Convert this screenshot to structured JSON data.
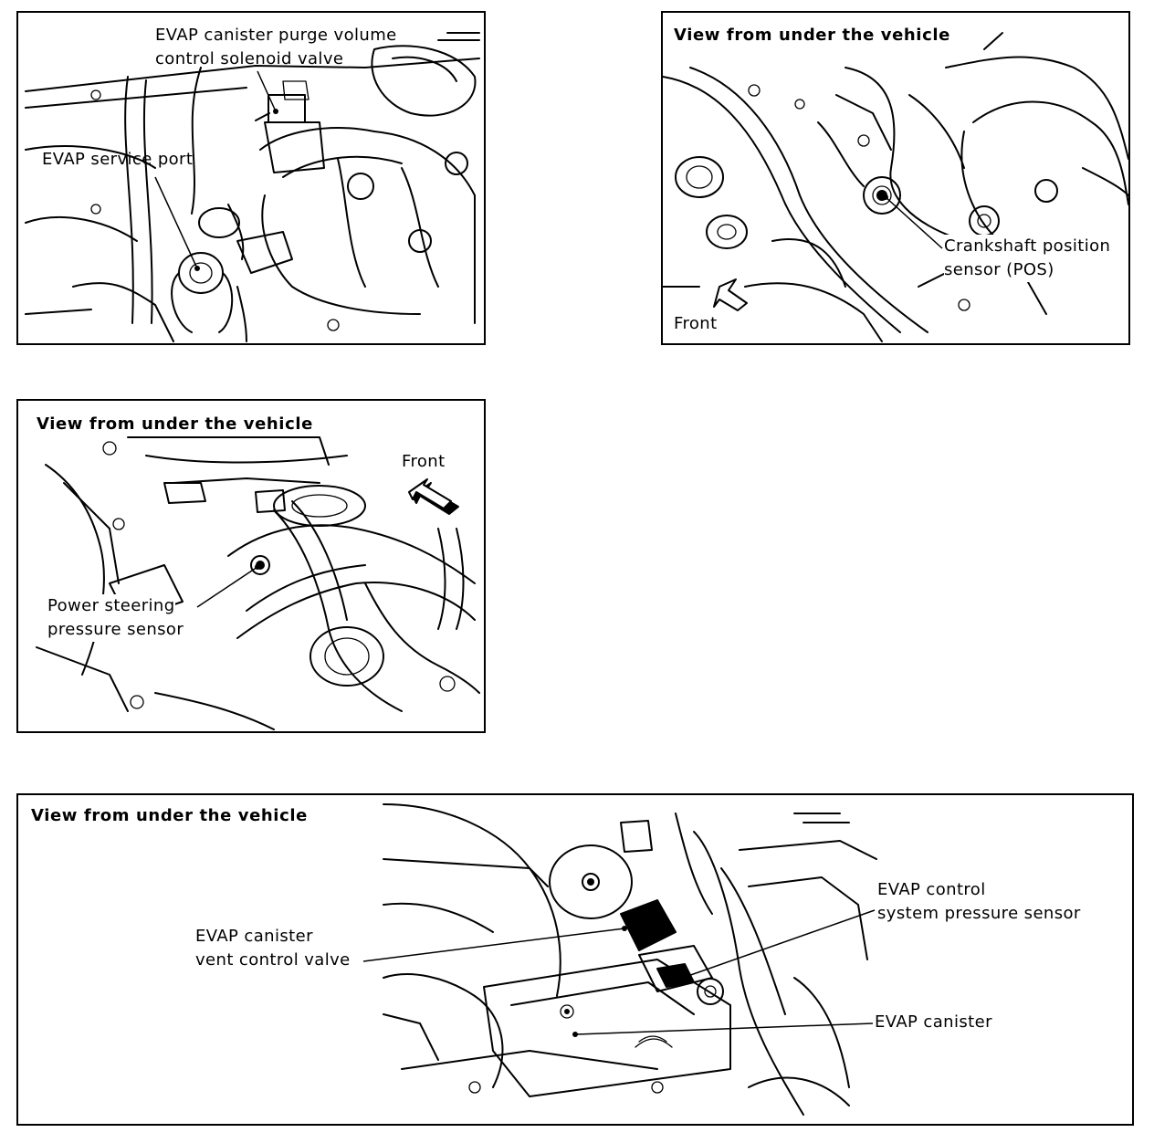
{
  "panels": {
    "p1": {
      "label_purge_line1": "EVAP canister purge volume",
      "label_purge_line2": "control solenoid valve",
      "label_service_port": "EVAP service port"
    },
    "p2": {
      "title": "View from under the vehicle",
      "label_cps_line1": "Crankshaft position",
      "label_cps_line2": "sensor (POS)",
      "label_front": "Front"
    },
    "p3": {
      "title": "View from under the vehicle",
      "label_front": "Front",
      "label_ps_line1": "Power steering",
      "label_ps_line2": "pressure sensor"
    },
    "p4": {
      "title": "View from under the vehicle",
      "label_vent_line1": "EVAP canister",
      "label_vent_line2": "vent control valve",
      "label_press_line1": "EVAP control",
      "label_press_line2": "system pressure sensor",
      "label_canister": "EVAP canister"
    }
  }
}
